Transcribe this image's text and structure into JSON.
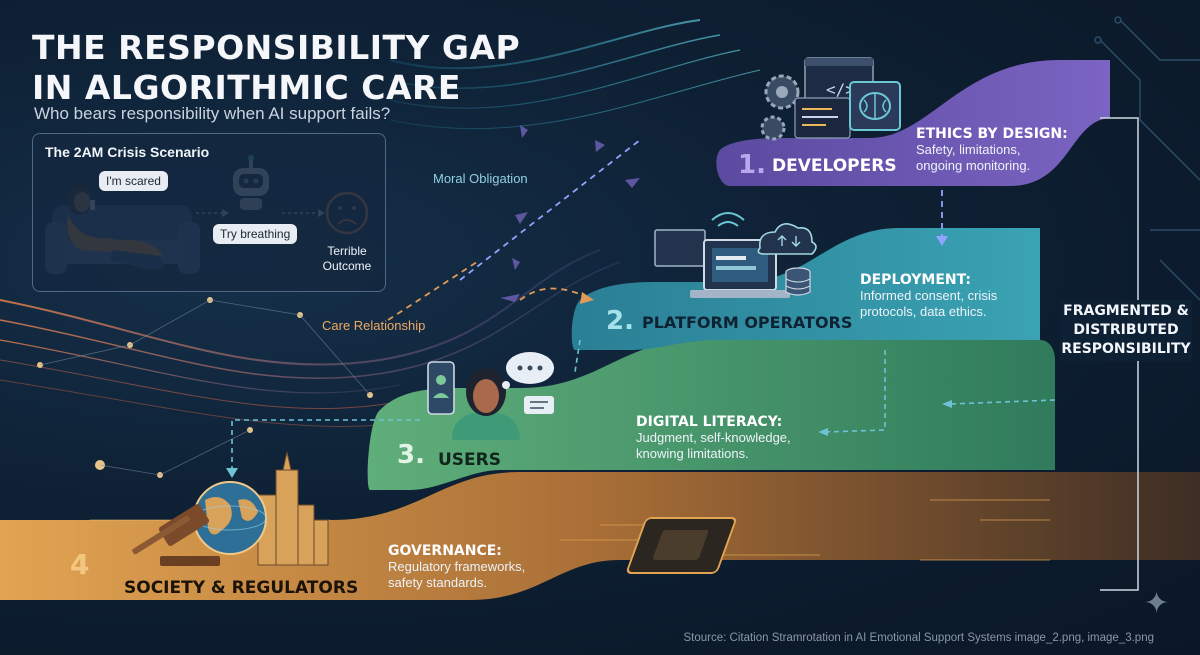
{
  "title": {
    "line1": "THE RESPONSIBILITY GAP",
    "line2": "IN ALGORITHMIC CARE"
  },
  "subtitle": "Who bears responsibility when AI support fails?",
  "crisis": {
    "heading": "The 2AM Crisis Scenario",
    "user_bubble": "I'm scared",
    "bot_bubble": "Try breathing",
    "outcome": "Terrible Outcome"
  },
  "flow_labels": {
    "moral_obligation": "Moral Obligation",
    "care_relationship": "Care Relationship"
  },
  "layers": [
    {
      "number": "1.",
      "name": "DEVELOPERS",
      "heading": "ETHICS BY DESIGN:",
      "body": "Safety, limitations, ongoing monitoring.",
      "color": "#6a56a8"
    },
    {
      "number": "2.",
      "name": "PLATFORM OPERATORS",
      "heading": "DEPLOYMENT:",
      "body": "Informed consent, crisis protocols, data ethics.",
      "color": "#2f8296"
    },
    {
      "number": "3.",
      "name": "USERS",
      "heading": "DIGITAL LITERACY:",
      "body": "Judgment, self-knowledge, knowing limitations.",
      "color": "#3f8f64"
    },
    {
      "number": "4",
      "name": "SOCIETY & REGULATORS",
      "heading": "GOVERNANCE:",
      "body": "Regulatory frameworks, safety standards.",
      "color": "#c58a3e"
    }
  ],
  "side_label": {
    "line1": "FRAGMENTED &",
    "line2": "DISTRIBUTED",
    "line3": "RESPONSIBILITY"
  },
  "source": "Stource: Citation Stramrotation in AI Emotional Support Systems image_2.png, image_3.png",
  "icons": [
    "gear-icon",
    "code-window-icon",
    "brain-icon",
    "laptop-icon",
    "cloud-icon",
    "database-icon",
    "wifi-icon",
    "phone-icon",
    "person-icon",
    "chat-bubble-icon",
    "robot-icon",
    "sad-face-icon",
    "gavel-icon",
    "globe-icon",
    "city-icon",
    "chip-icon",
    "sparkle-icon"
  ]
}
